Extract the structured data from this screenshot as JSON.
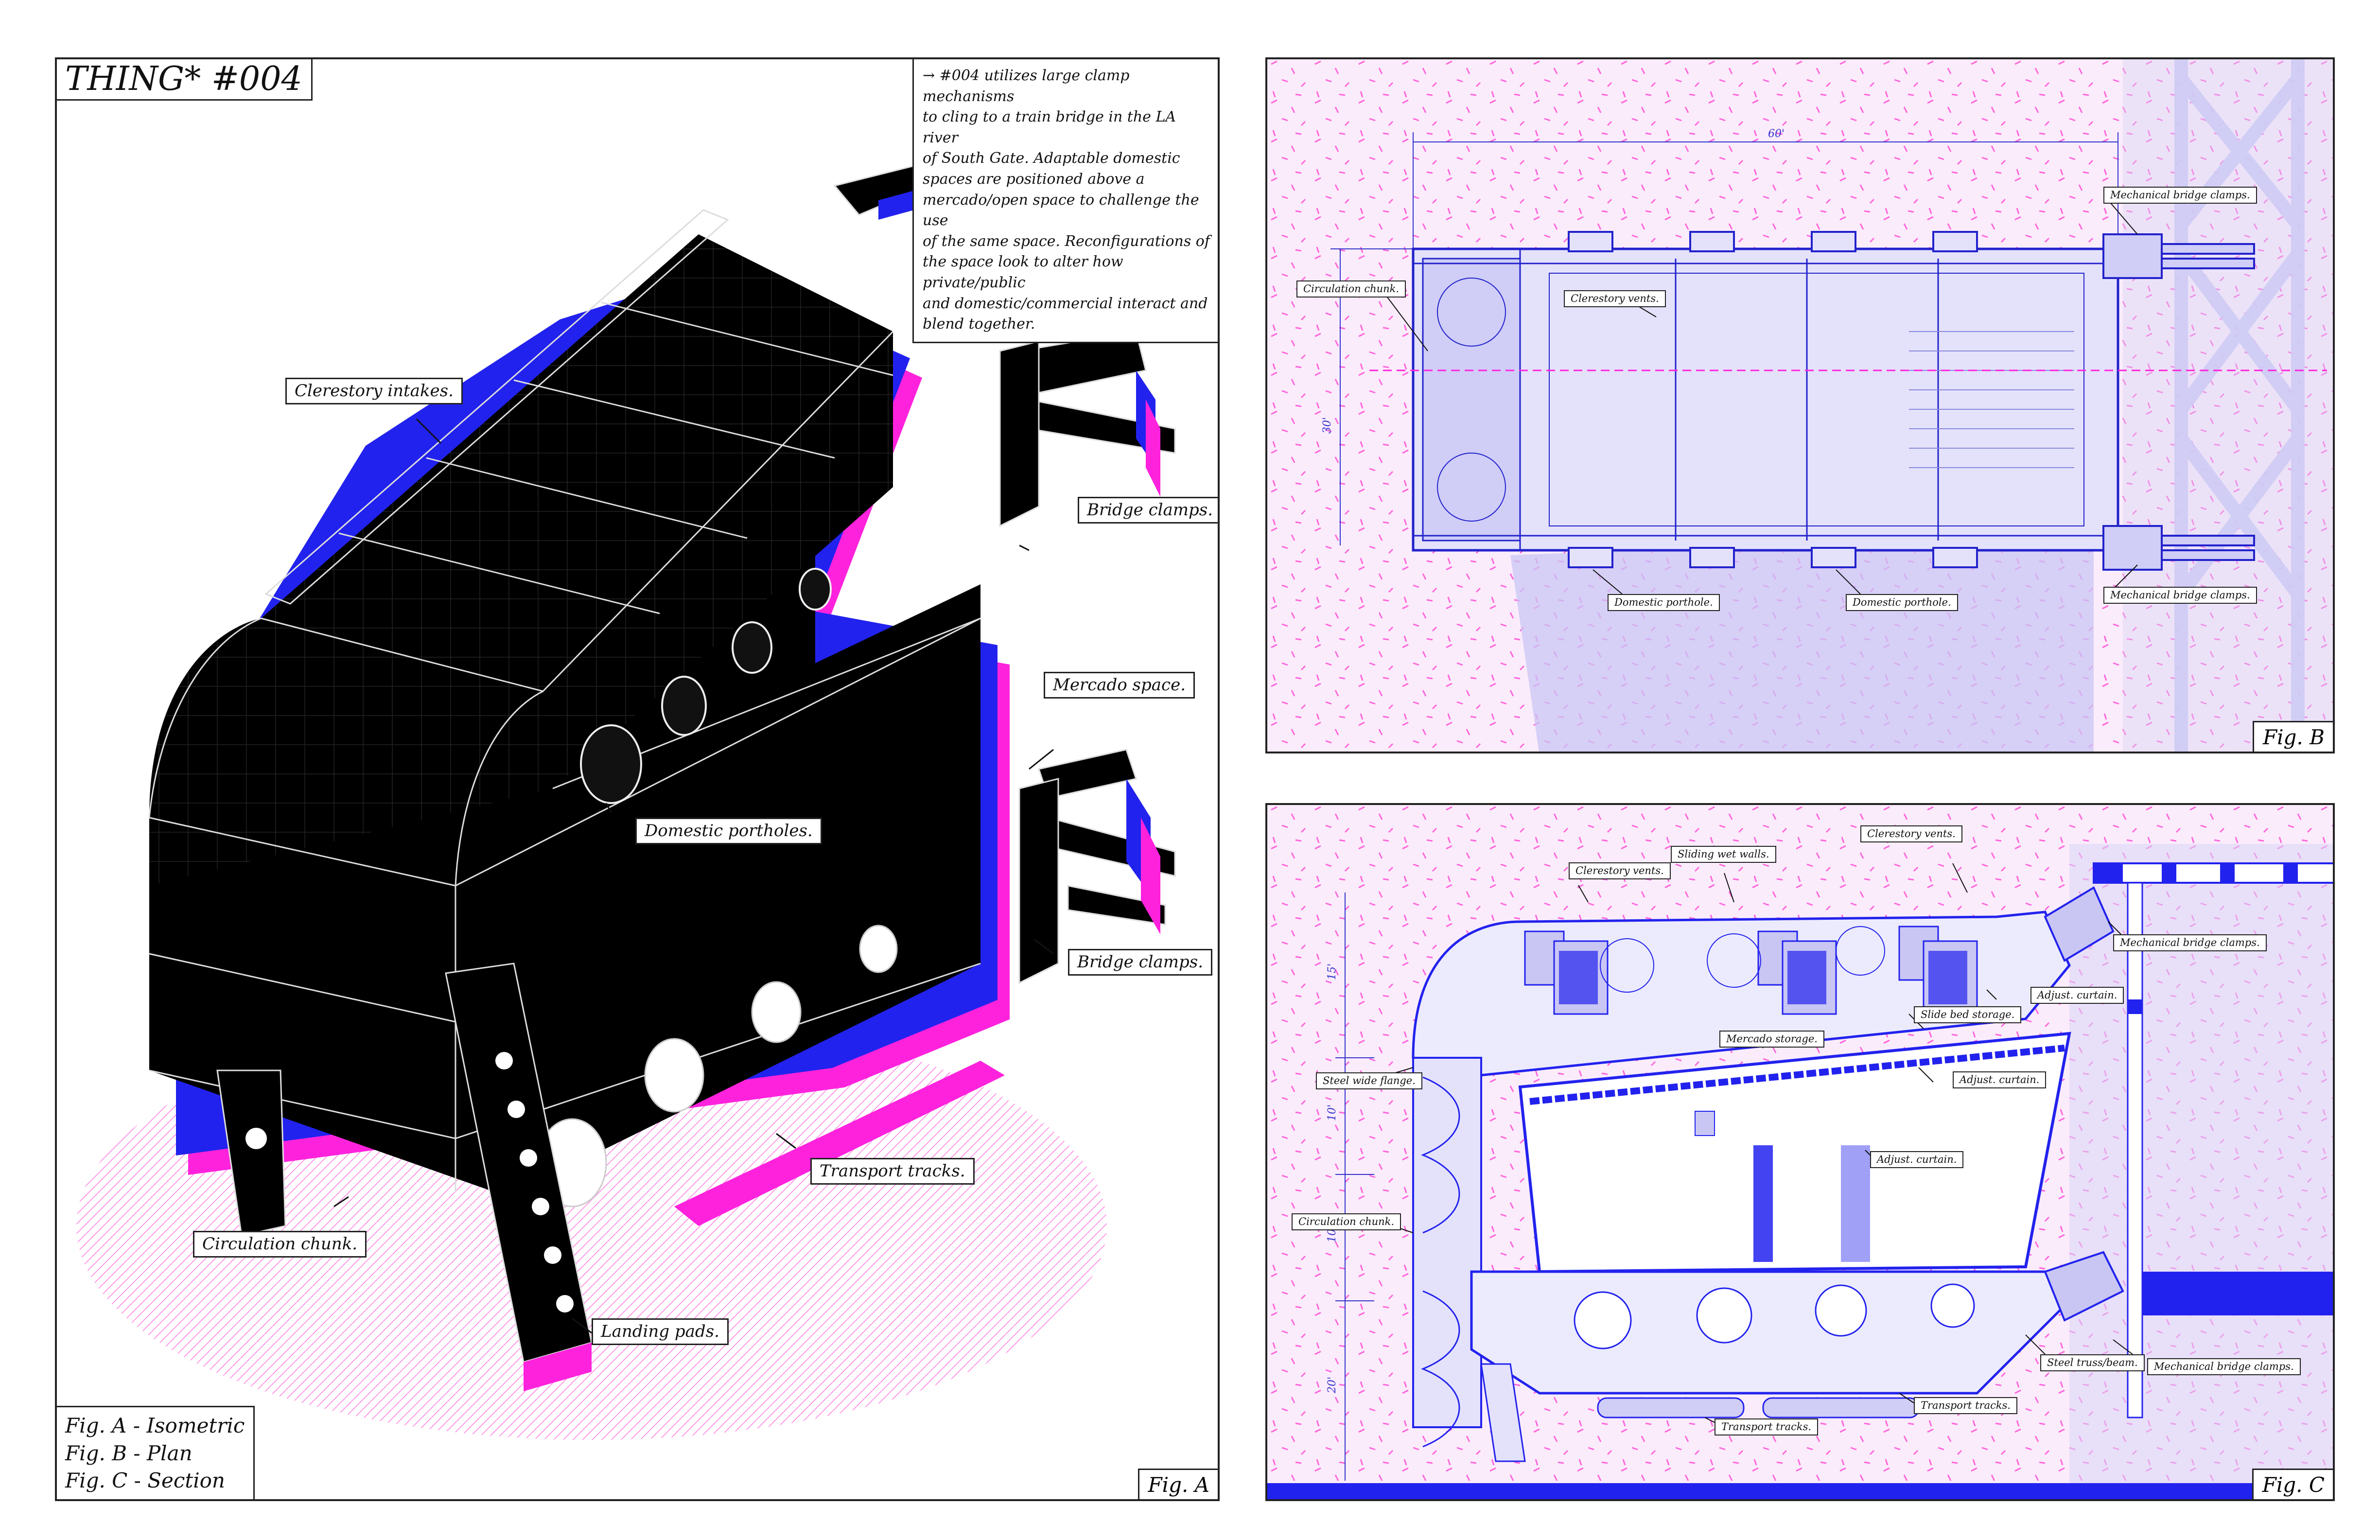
{
  "title": "THING* #004",
  "description": "→ #004 utilizes large clamp mechanisms to cling to a train bridge in the LA river of South Gate. Adaptable domestic spaces are positioned above a mercado/open space to challenge the use of the same space. Reconfigurations of the space look to alter how private/public and domestic/commercial interact and blend together.",
  "description_lines": [
    "→ #004 utilizes large clamp mechanisms",
    "to cling to a train bridge in the LA river",
    "of South Gate. Adaptable domestic",
    "spaces are positioned above a",
    "mercado/open space to challenge the use",
    "of the same space. Reconfigurations of",
    "the space look to alter how private/public",
    "and domestic/commercial interact and",
    "blend together."
  ],
  "figure_legend": [
    "Fig. A - Isometric",
    "Fig. B - Plan",
    "Fig. C - Section"
  ],
  "fig_a": {
    "tag": "Fig. A",
    "labels": {
      "clerestory_intakes": "Clerestory intakes.",
      "bridge_clamps_top": "Bridge clamps.",
      "mercado_space": "Mercado space.",
      "domestic_portholes": "Domestic portholes.",
      "bridge_clamps_bottom": "Bridge clamps.",
      "transport_tracks": "Transport tracks.",
      "circulation_chunk": "Circulation chunk.",
      "landing_pads": "Landing pads."
    }
  },
  "fig_b": {
    "tag": "Fig. B",
    "dim_width": "60'",
    "dim_height": "30'",
    "labels": {
      "circulation_chunk": "Circulation chunk.",
      "clerestory_vents": "Clerestory vents.",
      "mech_clamps_top": "Mechanical bridge clamps.",
      "mech_clamps_bottom": "Mechanical bridge clamps.",
      "domestic_porthole_1": "Domestic porthole.",
      "domestic_porthole_2": "Domestic porthole."
    }
  },
  "fig_c": {
    "tag": "Fig. C",
    "dims": [
      "15'",
      "10'",
      "10'",
      "20'"
    ],
    "labels": {
      "clerestory_vents_1": "Clerestory vents.",
      "sliding_wet_walls": "Sliding wet walls.",
      "clerestory_vents_2": "Clerestory vents.",
      "mech_clamps_top": "Mechanical bridge clamps.",
      "adjust_curtain_1": "Adjust. curtain.",
      "slide_bed_storage": "Slide bed storage.",
      "mercado_storage": "Mercado storage.",
      "steel_wide_flange": "Steel wide flange.",
      "adjust_curtain_2": "Adjust. curtain.",
      "adjust_curtain_3": "Adjust. curtain.",
      "circulation_chunk": "Circulation chunk.",
      "steel_truss": "Steel truss/beam.",
      "mech_clamps_bottom": "Mechanical bridge clamps.",
      "transport_tracks_1": "Transport tracks.",
      "transport_tracks_2": "Transport tracks."
    }
  },
  "colors": {
    "blue": "#2222ee",
    "magenta": "#ff22dd",
    "pink_bg": "#fbecfb",
    "lavender": "#c9c6f4",
    "black": "#000000"
  }
}
